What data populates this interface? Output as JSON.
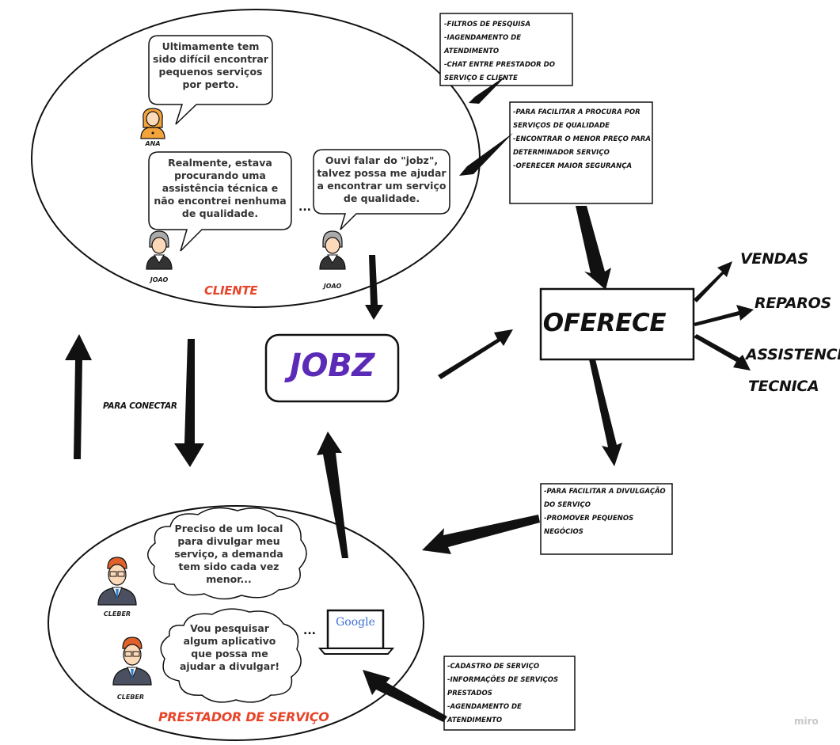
{
  "client_section": {
    "label": "Cliente",
    "bubbles": [
      "Ultimamente tem sido difícil encontrar pequenos serviços por perto.",
      "Realmente, estava procurando uma assistência técnica e não encontrei nenhuma de qualidade.",
      "Ouvi falar do \"jobz\", talvez possa me ajudar a encontrar um serviço de qualidade."
    ],
    "people": [
      "Ana",
      "Joao",
      "Joao"
    ],
    "ellipsis": "..."
  },
  "provider_section": {
    "label": "Prestador de Serviço",
    "bubbles": [
      "Preciso de um local para divulgar meu serviço, a demanda tem sido cada vez menor...",
      "Vou pesquisar algum aplicativo que possa me ajudar a divulgar!"
    ],
    "people": [
      "Cleber",
      "Cleber"
    ],
    "ellipsis": "...",
    "laptop_brand": "Google"
  },
  "center": {
    "brand": "JOBZ",
    "brand_color": "#5b2bb8"
  },
  "connect_label": "Para conectar",
  "offers": {
    "label": "Oferece",
    "items": [
      "Vendas",
      "Reparos",
      "Assistencia",
      "Tecnica"
    ]
  },
  "notes": {
    "features": [
      "-Filtros de pesquisa",
      "-Iagendamento de atendimento",
      "-Chat entre prestador do serviço e cliente"
    ],
    "client_benefits": [
      "-Para facilitar a procura por serviços de qualidade",
      "-Encontrar o menor preço para determinador serviço",
      "-Oferecer maior segurança"
    ],
    "provider_benefits": [
      "-Para facilitar a divulgação do serviço",
      "-Promover pequenos negócios"
    ],
    "provider_features": [
      "-Cadastro de serviço",
      "-Informações de serviços prestados",
      "-Agendamento de atendimento"
    ]
  },
  "watermark": "miro",
  "colors": {
    "accent_red": "#e8442a",
    "ink": "#111111"
  }
}
